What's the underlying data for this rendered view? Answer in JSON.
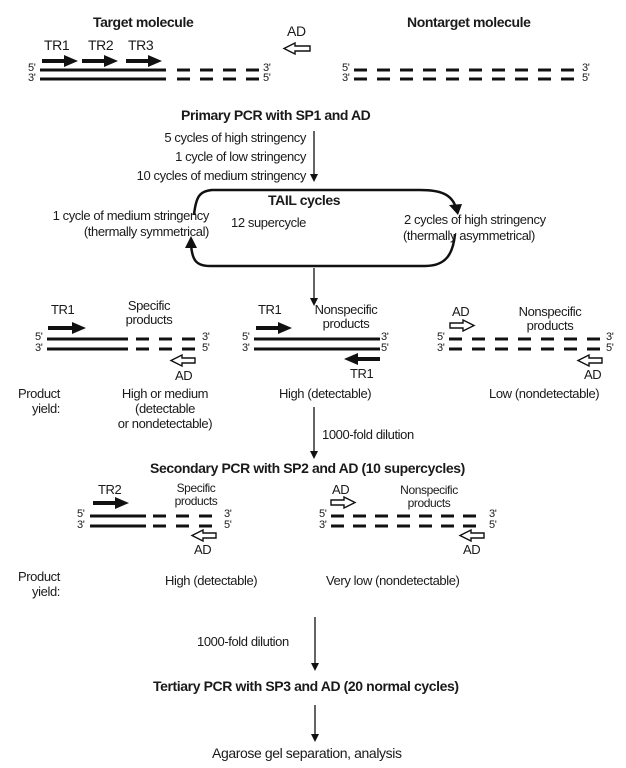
{
  "top": {
    "target_title": "Target molecule",
    "nontarget_title": "Nontarget molecule",
    "tr1": "TR1",
    "tr2": "TR2",
    "tr3": "TR3",
    "ad": "AD"
  },
  "ends": {
    "five": "5'",
    "three": "3'"
  },
  "primary": {
    "title": "Primary PCR with SP1 and AD",
    "steps": [
      "5 cycles of high stringency",
      "1 cycle of low stringency",
      "10 cycles of medium stringency"
    ],
    "tail_title": "TAIL cycles",
    "supercycle": "12 supercycle",
    "left_line1": "1 cycle of medium stringency",
    "left_line2": "(thermally symmetrical)",
    "right_line1": "2 cycles of high stringency",
    "right_line2": "(thermally asymmetrical)"
  },
  "primary_products": {
    "specific_label_1": "Specific",
    "specific_label_2": "products",
    "nonspecific_label_1": "Nonspecific",
    "nonspecific_label_2": "products",
    "tr1": "TR1",
    "ad": "AD",
    "yield_label_1": "Product",
    "yield_label_2": "yield:",
    "yield_specific": [
      "High or medium",
      "(detectable",
      "or nondetectable)"
    ],
    "yield_tr1": "High (detectable)",
    "yield_ad": "Low (nondetectable)",
    "dilution": "1000-fold dilution"
  },
  "secondary": {
    "title": "Secondary PCR with SP2 and AD (10 supercycles)",
    "tr2": "TR2",
    "ad": "AD",
    "specific_label_1": "Specific",
    "specific_label_2": "products",
    "nonspecific_label_1": "Nonspecific",
    "nonspecific_label_2": "products",
    "yield_label_1": "Product",
    "yield_label_2": "yield:",
    "yield_specific": "High (detectable)",
    "yield_nonspecific": "Very low (nondetectable)",
    "dilution": "1000-fold dilution"
  },
  "tertiary": {
    "title": "Tertiary PCR with SP3 and AD (20 normal cycles)",
    "final": "Agarose gel separation, analysis"
  }
}
